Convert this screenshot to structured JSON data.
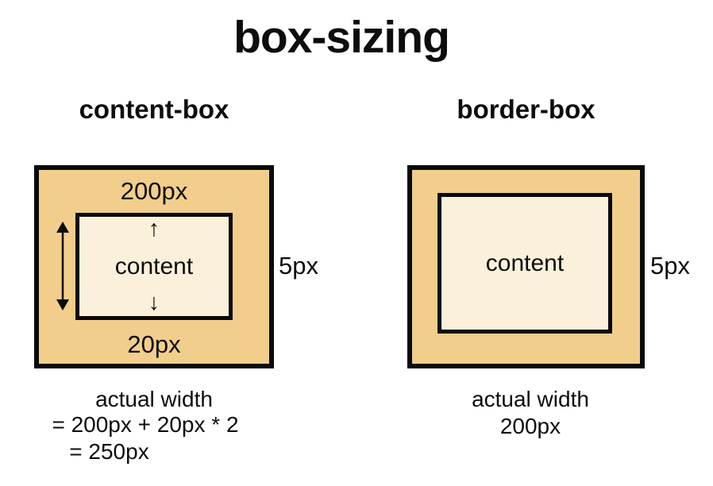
{
  "title": "box-sizing",
  "colors": {
    "padding_fill": "#F2CE8C",
    "content_fill": "#FBF1DB",
    "border": "#0A0A0A",
    "background": "#FFFFFF"
  },
  "panels": {
    "content_box": {
      "heading": "content-box",
      "top_label": "200px",
      "bottom_label": "20px",
      "content_label": "content",
      "border_width_label": "5px",
      "up_arrow": "↑",
      "down_arrow": "↓",
      "height_arrow_icon": "double-headed-vertical-arrow",
      "caption_line1": "actual width",
      "caption_line2": "= 200px + 20px * 2",
      "caption_line3": "= 250px"
    },
    "border_box": {
      "heading": "border-box",
      "content_label": "content",
      "border_width_label": "5px",
      "caption_line1": "actual width",
      "caption_line2": "200px"
    }
  }
}
